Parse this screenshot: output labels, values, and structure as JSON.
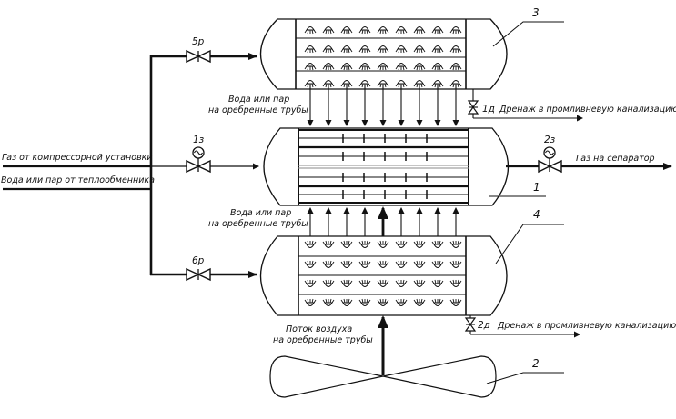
{
  "diagram": {
    "inlets": {
      "gas": "Газ от компрессорной установки",
      "water": "Вода или пар от теплообменника"
    },
    "valves": {
      "v5": "5р",
      "v1": "1з",
      "v6": "6р",
      "v2": "2з",
      "d1": "1д",
      "d2": "2д"
    },
    "flows": {
      "water_top": [
        "Вода или пар",
        "на оребренные трубы"
      ],
      "water_bottom": [
        "Вода или пар",
        "на оребренные трубы"
      ],
      "air": [
        "Поток воздуха",
        "на оребренные трубы"
      ],
      "drain_top": "Дренаж в промливневую канализацию",
      "drain_bottom": "Дренаж в промливневую канализацию",
      "outlet": "Газ на сепаратор"
    },
    "components": {
      "c1": "1",
      "c2": "2",
      "c3": "3",
      "c4": "4"
    },
    "sprinkler_columns": 9,
    "tube_tick_columns": 5,
    "colors": {
      "line": "#111111",
      "background": "#ffffff"
    }
  }
}
